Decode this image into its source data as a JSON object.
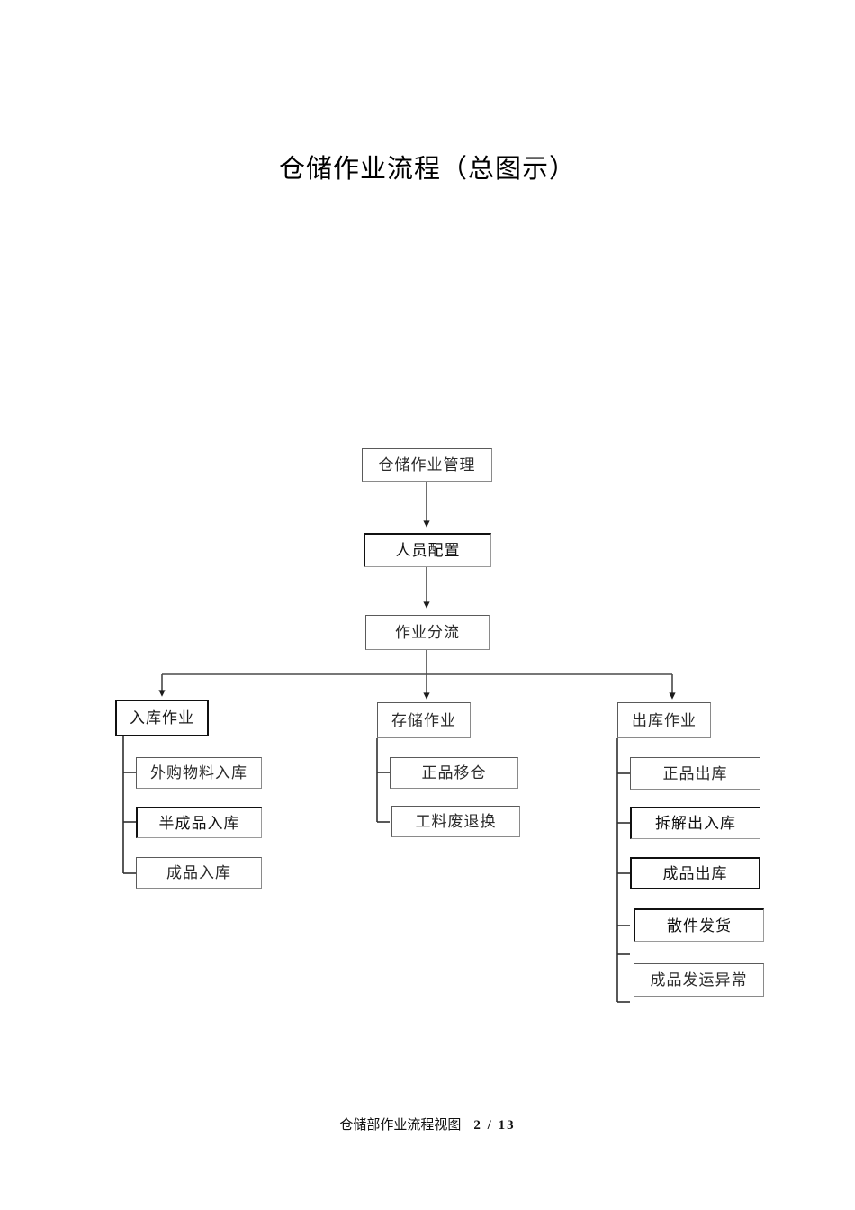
{
  "document": {
    "title": "仓储作业流程（总图示）",
    "footer_text": "仓储部作业流程视图",
    "page_number": "2 / 13"
  },
  "chart_data": {
    "type": "diagram",
    "title": "仓储作业流程（总图示）",
    "orientation": "top-down tree",
    "nodes": [
      {
        "id": "root",
        "label": "仓储作业管理",
        "level": 0,
        "style": "plain"
      },
      {
        "id": "staffing",
        "label": "人员配置",
        "level": 1,
        "style": "bold"
      },
      {
        "id": "dispatch",
        "label": "作业分流",
        "level": 2,
        "style": "plain"
      },
      {
        "id": "inbound",
        "label": "入库作业",
        "level": 3,
        "style": "outlined"
      },
      {
        "id": "storage",
        "label": "存储作业",
        "level": 3,
        "style": "plain"
      },
      {
        "id": "outbound",
        "label": "出库作业",
        "level": 3,
        "style": "plain"
      },
      {
        "id": "in1",
        "label": "外购物料入库",
        "level": 4,
        "style": "plain"
      },
      {
        "id": "in2",
        "label": "半成品入库",
        "level": 4,
        "style": "bold"
      },
      {
        "id": "in3",
        "label": "成品入库",
        "level": 4,
        "style": "plain"
      },
      {
        "id": "st1",
        "label": "正品移仓",
        "level": 4,
        "style": "plain"
      },
      {
        "id": "st2",
        "label": "工料废退换",
        "level": 4,
        "style": "plain"
      },
      {
        "id": "out1",
        "label": "正品出库",
        "level": 4,
        "style": "plain"
      },
      {
        "id": "out2",
        "label": "拆解出入库",
        "level": 4,
        "style": "bold"
      },
      {
        "id": "out3",
        "label": "成品出库",
        "level": 4,
        "style": "outlined"
      },
      {
        "id": "out4",
        "label": "散件发货",
        "level": 4,
        "style": "bold"
      },
      {
        "id": "out5",
        "label": "成品发运异常",
        "level": 4,
        "style": "plain"
      }
    ],
    "edges": [
      {
        "from": "root",
        "to": "staffing",
        "type": "arrow"
      },
      {
        "from": "staffing",
        "to": "dispatch",
        "type": "arrow"
      },
      {
        "from": "dispatch",
        "to": "inbound",
        "type": "arrow"
      },
      {
        "from": "dispatch",
        "to": "storage",
        "type": "arrow"
      },
      {
        "from": "dispatch",
        "to": "outbound",
        "type": "arrow"
      },
      {
        "from": "inbound",
        "to": "in1",
        "type": "bracket"
      },
      {
        "from": "inbound",
        "to": "in2",
        "type": "bracket"
      },
      {
        "from": "inbound",
        "to": "in3",
        "type": "bracket"
      },
      {
        "from": "storage",
        "to": "st1",
        "type": "bracket"
      },
      {
        "from": "storage",
        "to": "st2",
        "type": "bracket"
      },
      {
        "from": "outbound",
        "to": "out1",
        "type": "bracket"
      },
      {
        "from": "outbound",
        "to": "out2",
        "type": "bracket"
      },
      {
        "from": "outbound",
        "to": "out3",
        "type": "bracket"
      },
      {
        "from": "outbound",
        "to": "out4",
        "type": "bracket"
      },
      {
        "from": "outbound",
        "to": "out5",
        "type": "bracket"
      }
    ],
    "colors": {
      "background": "#ffffff",
      "box_fill": "#ffffff",
      "box_stroke": "#8a8a8a",
      "box_stroke_bold": "#111111",
      "connector": "#4a4a4a",
      "text": "#1a1a1a"
    }
  }
}
